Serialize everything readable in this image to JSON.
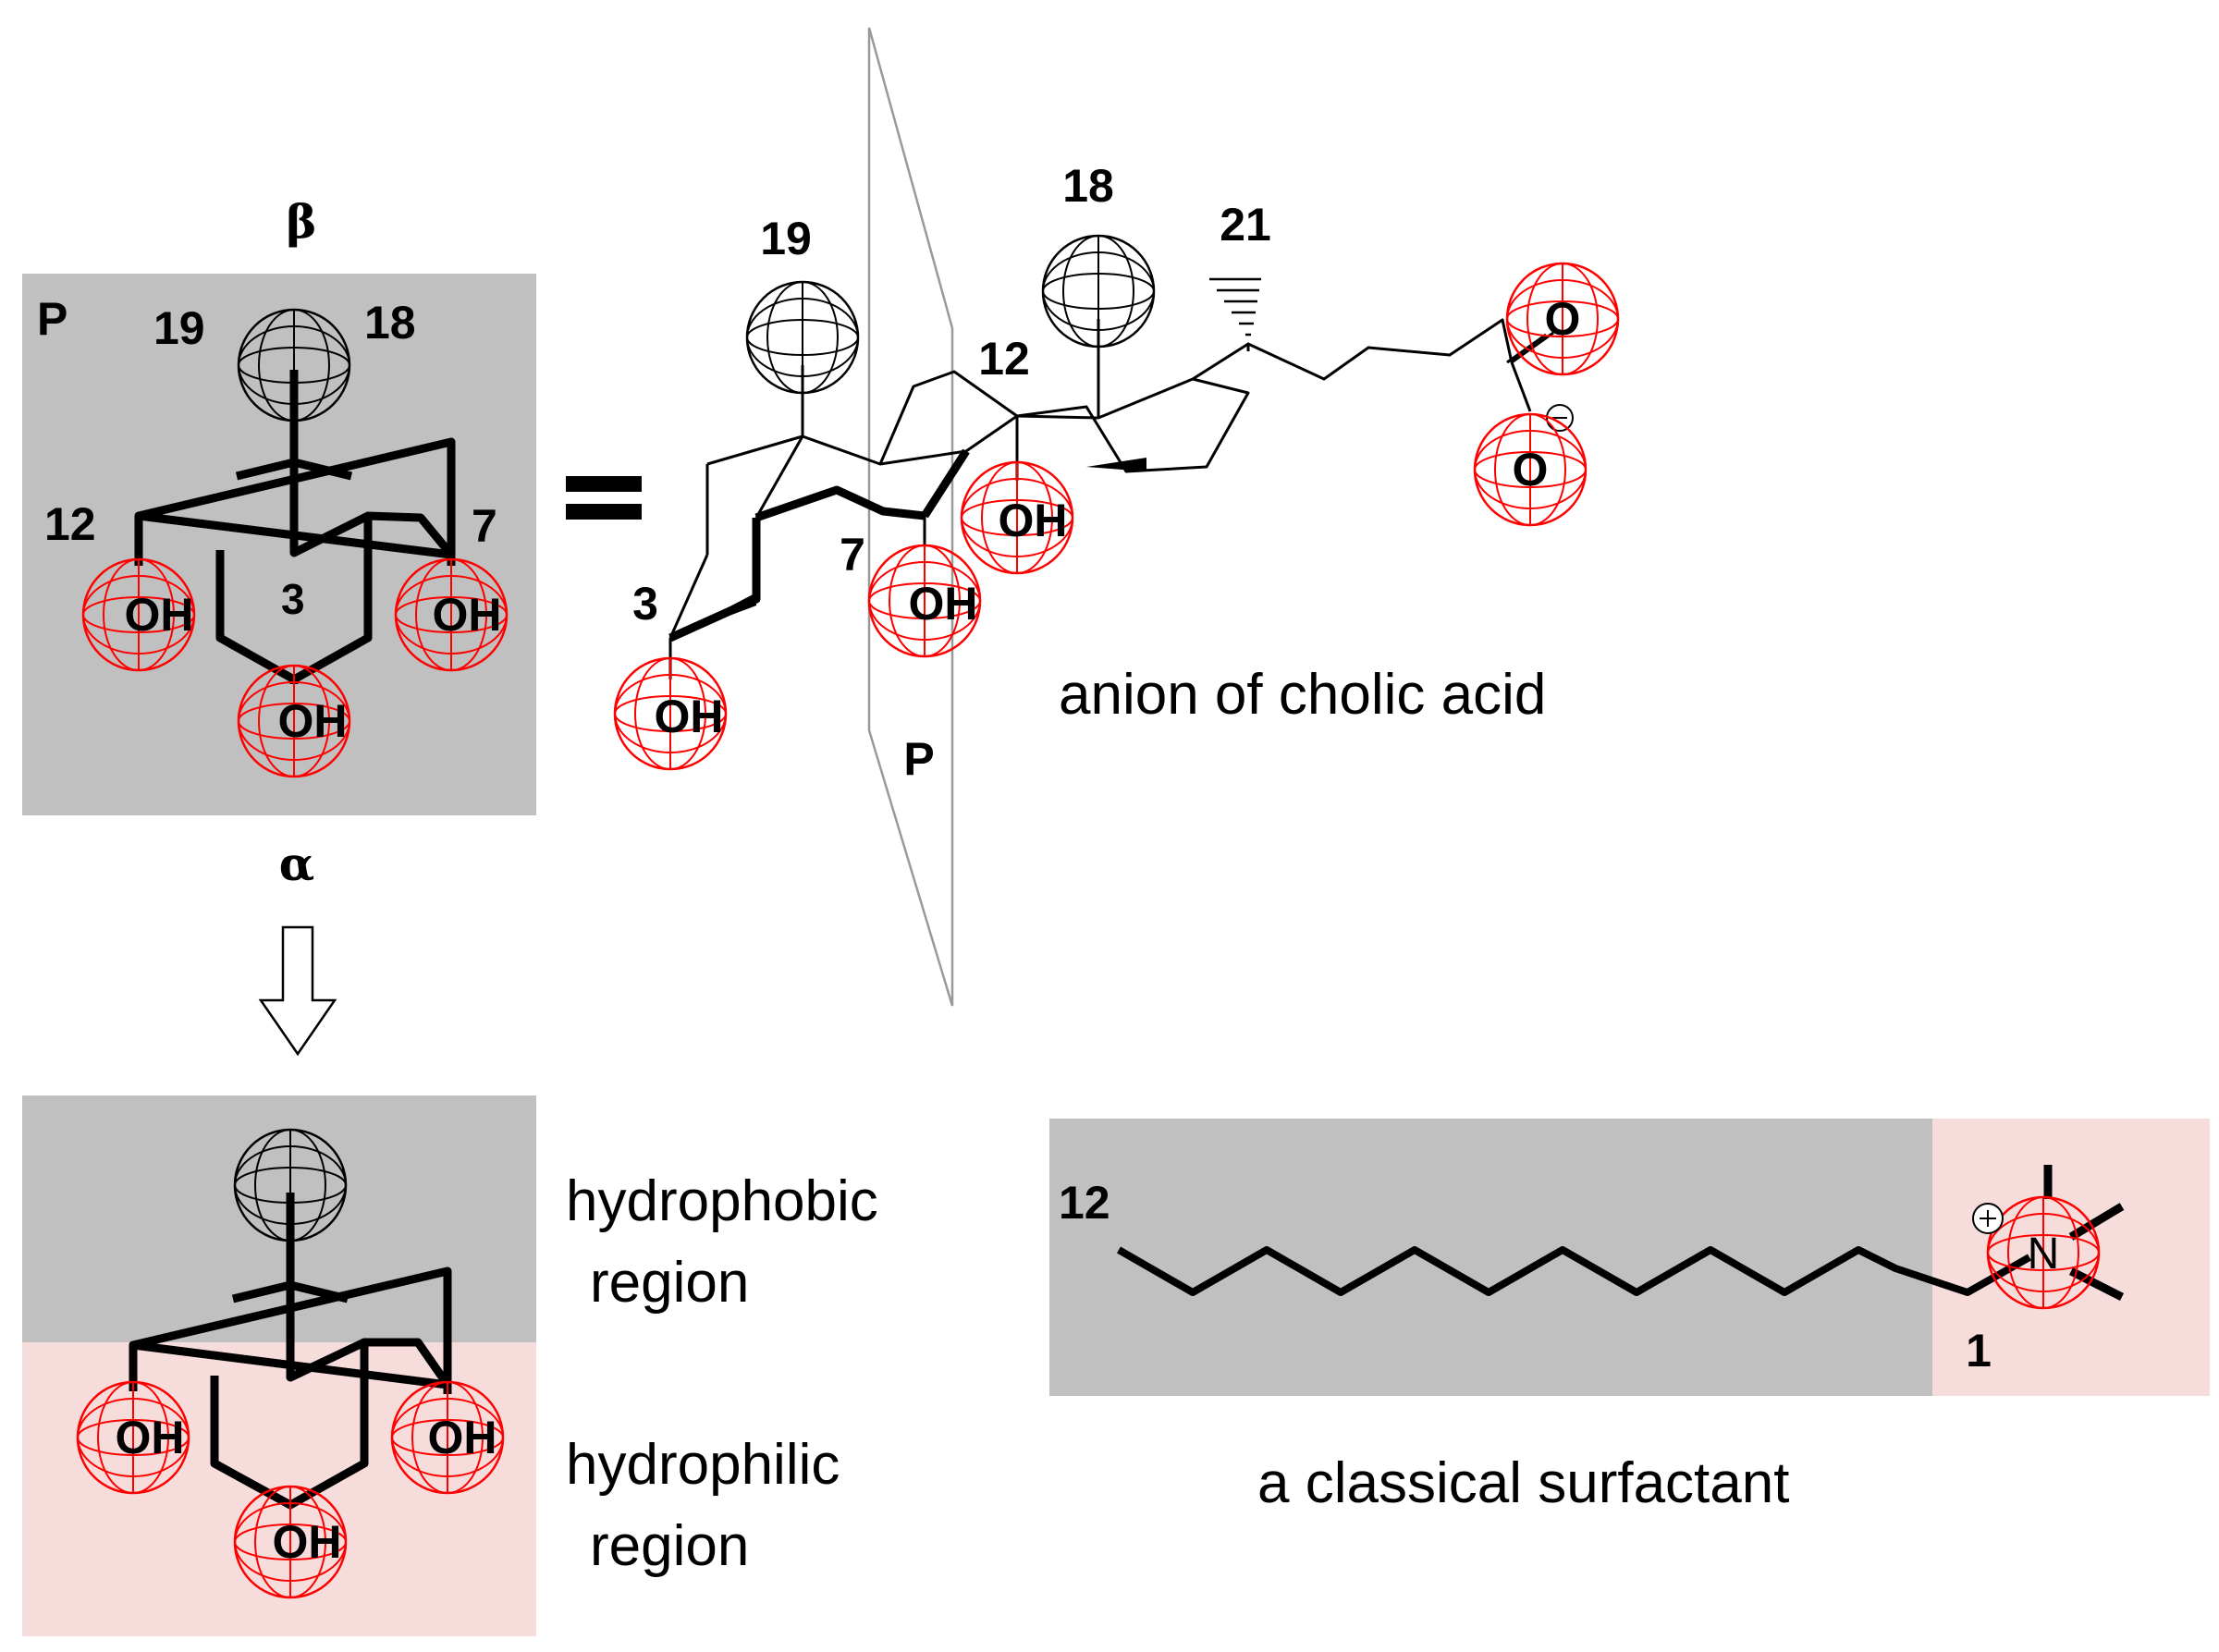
{
  "colors": {
    "hydrophobic_bg": "#c0c0c0",
    "hydrophilic_bg": "#f7dcdc",
    "oxygen_sphere": "#ff0000",
    "methyl_sphere": "#000000"
  },
  "top_model": {
    "beta": "β",
    "alpha": "α",
    "plane": "P",
    "c19": "19",
    "c18": "18",
    "c12": "12",
    "c7": "7",
    "c3": "3",
    "oh": "OH"
  },
  "equals": "=",
  "cholic": {
    "c19": "19",
    "c18": "18",
    "c21": "21",
    "c12": "12",
    "c7": "7",
    "c3": "3",
    "plane": "P",
    "oh": "OH",
    "o": "O",
    "caption": "anion of cholic acid"
  },
  "regions": {
    "hydrophobic_line1": "hydrophobic",
    "hydrophobic_line2": "region",
    "hydrophilic_line1": "hydrophilic",
    "hydrophilic_line2": "region",
    "oh": "OH"
  },
  "surfactant": {
    "c12": "12",
    "c1": "1",
    "n": "N",
    "caption": "a classical surfactant"
  }
}
